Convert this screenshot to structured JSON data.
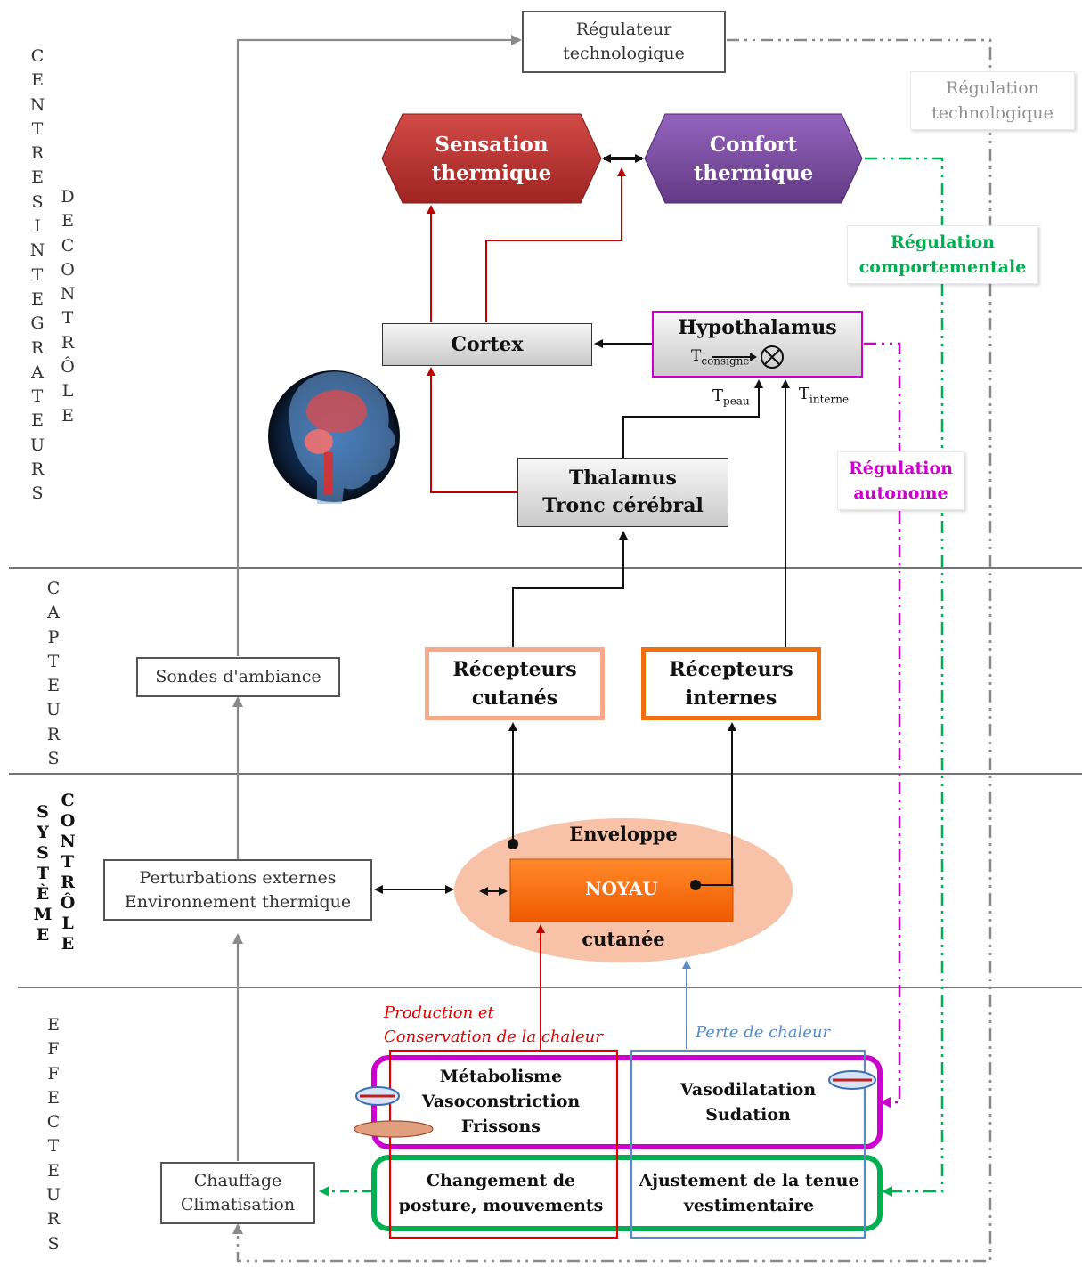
{
  "section_labels": {
    "centres": "CENTRES INTEGRATEURS",
    "de_controle": "DE CONTRÔLE",
    "capteurs": "CAPTEURS",
    "systeme": "SYSTÈME",
    "controle": "CONTRÔLE",
    "effecteurs": "EFFECTEURS"
  },
  "boxes": {
    "regulateur": [
      "Régulateur",
      "technologique"
    ],
    "sensation": [
      "Sensation",
      "thermique"
    ],
    "confort": [
      "Confort",
      "thermique"
    ],
    "cortex": "Cortex",
    "hypothalamus": "Hypothalamus",
    "t_consigne": "T",
    "t_consigne_sub": "consigne",
    "t_peau": "T",
    "t_peau_sub": "peau",
    "t_interne": "T",
    "t_interne_sub": "interne",
    "thalamus": [
      "Thalamus",
      "Tronc cérébral"
    ],
    "sondes": "Sondes d'ambiance",
    "recepteurs_cutanes": [
      "Récepteurs",
      "cutanés"
    ],
    "recepteurs_internes": [
      "Récepteurs",
      "internes"
    ],
    "perturbations": [
      "Perturbations externes",
      "Environnement thermique"
    ],
    "enveloppe": "Enveloppe",
    "noyau": "NOYAU",
    "cutanee": "cutanée",
    "chauffage": [
      "Chauffage",
      "Climatisation"
    ]
  },
  "regulation_labels": {
    "technologique": [
      "Régulation",
      "technologique"
    ],
    "comportementale": [
      "Régulation",
      "comportementale"
    ],
    "autonome": [
      "Régulation",
      "autonome"
    ]
  },
  "effectors": {
    "production": [
      "Production  et",
      "Conservation de la chaleur"
    ],
    "perte": "Perte de chaleur",
    "metabolisme": [
      "Métabolisme",
      "Vasoconstriction",
      "Frissons"
    ],
    "vasodilatation": [
      "Vasodilatation",
      "Sudation"
    ],
    "posture": [
      "Changement de",
      "posture, mouvements"
    ],
    "tenue": [
      "Ajustement de la tenue",
      "vestimentaire"
    ]
  },
  "colors": {
    "sensation": "#b8312f",
    "confort": "#7a4a9e",
    "red_path": "#c00000",
    "green": "#00b050",
    "magenta": "#cc00cc",
    "grey": "#7f7f7f",
    "noyau": "#ff6a00",
    "enveloppe": "#f8c2a8",
    "rec_cutanes": "#f7a98a",
    "rec_internes": "#f07010",
    "blue": "#5b8bc6"
  }
}
